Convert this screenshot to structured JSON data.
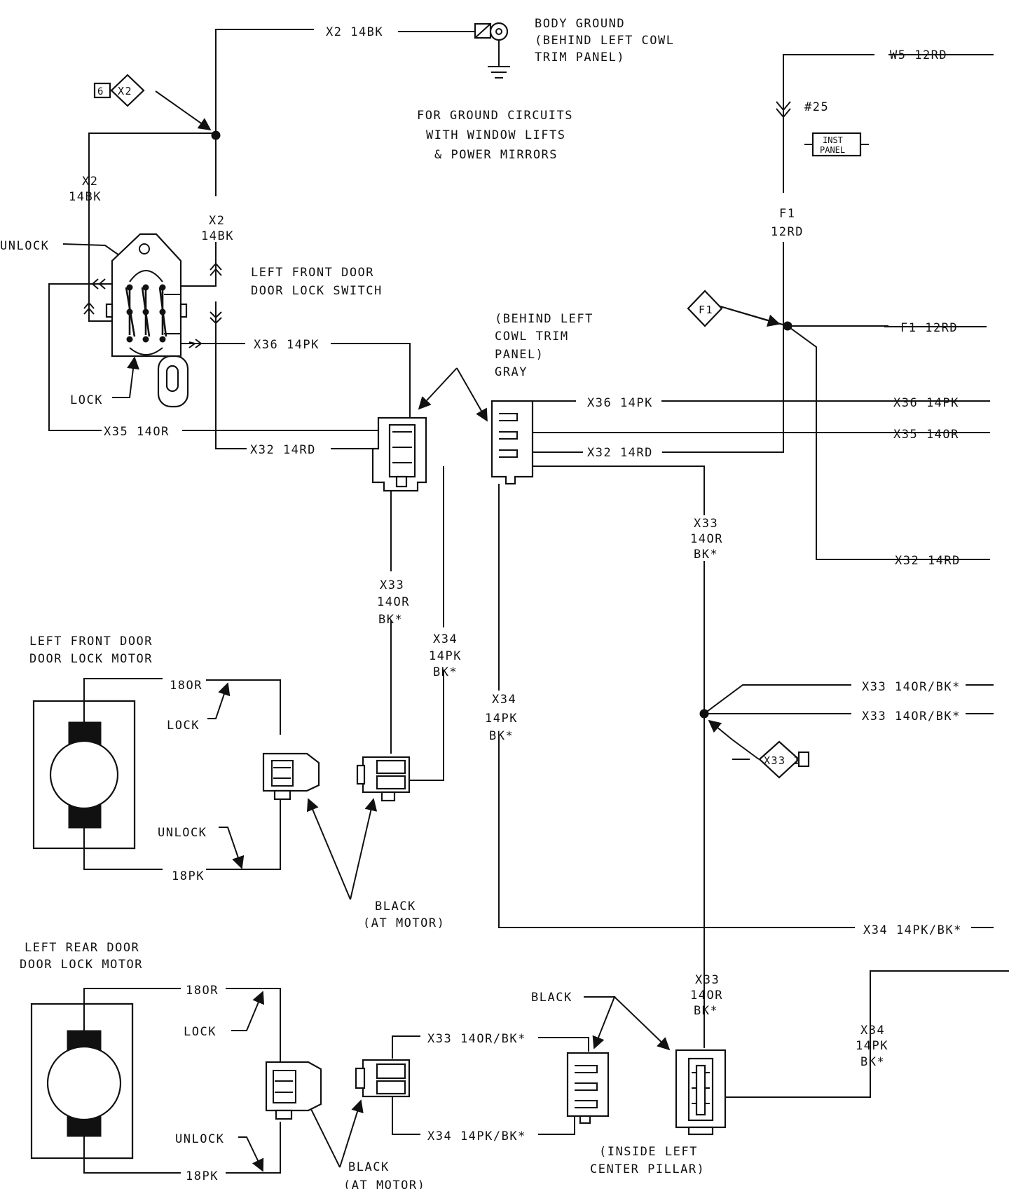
{
  "labels": {
    "x2_14bk_top": "X2 14BK",
    "body_ground_1": "BODY GROUND",
    "body_ground_2": "(BEHIND LEFT COWL",
    "body_ground_3": "TRIM PANEL)",
    "ground_note_1": "FOR GROUND CIRCUITS",
    "ground_note_2": "WITH WINDOW LIFTS",
    "ground_note_3": "& POWER MIRRORS",
    "tag_6": "6",
    "tag_x2": "X2",
    "x2_left": "X2",
    "bk14_left": "14BK",
    "x2_right": "X2",
    "bk14_right": "14BK",
    "unlock_switch": "UNLOCK",
    "switch_name_1": "LEFT FRONT DOOR",
    "switch_name_2": "DOOR LOCK SWITCH",
    "x36_left": "X36 14PK",
    "lock_switch": "LOCK",
    "x35_left": "X35 14OR",
    "x32_left": "X32 14RD",
    "cowl_1": "(BEHIND LEFT",
    "cowl_2": "COWL TRIM",
    "cowl_3": "PANEL)",
    "cowl_4": "GRAY",
    "x36_mid": "X36 14PK",
    "x32_mid": "X32 14RD",
    "w5_12rd": "W5 12RD",
    "fuse_25": "#25",
    "inst": "INST",
    "panel": "PANEL",
    "f1_vert": "F1",
    "rd12_vert": "12RD",
    "tag_f1": "F1",
    "f1_right": "F1 12RD",
    "x36_right": "X36 14PK",
    "x35_right": "X35 14OR",
    "x32_right": "X32 14RD",
    "x33_a_1": "X33",
    "x33_a_2": "14OR",
    "x33_a_3": "BK*",
    "x33_b_1": "X33",
    "x33_b_2": "14OR",
    "x33_b_3": "BK*",
    "x34_a_1": "X34",
    "x34_a_2": "14PK",
    "x34_a_3": "BK*",
    "x34_b_1": "X34",
    "x34_b_2": "14PK",
    "x34_b_3": "BK*",
    "lf_motor_1": "LEFT FRONT DOOR",
    "lf_motor_2": "DOOR LOCK MOTOR",
    "or18_front": "18OR",
    "lock_front": "LOCK",
    "unlock_front": "UNLOCK",
    "pk18_front": "18PK",
    "black_front": "BLACK",
    "at_motor_front": "(AT MOTOR)",
    "x33_right_1": "X33 14OR/BK*",
    "x33_right_2": "X33 14OR/BK*",
    "tag_x33": "X33 1",
    "x34_right": "X34 14PK/BK*",
    "x33_c_1": "X33",
    "x33_c_2": "14OR",
    "x33_c_3": "BK*",
    "x34_c_1": "X34",
    "x34_c_2": "14PK",
    "x34_c_3": "BK*",
    "lr_motor_1": "LEFT REAR DOOR",
    "lr_motor_2": "DOOR LOCK MOTOR",
    "or18_rear": "18OR",
    "lock_rear": "LOCK",
    "unlock_rear": "UNLOCK",
    "pk18_rear": "18PK",
    "x33_rear": "X33 14OR/BK*",
    "x34_rear": "X34 14PK/BK*",
    "black_pillar": "BLACK",
    "black_rear": "BLACK",
    "at_motor_rear": "(AT MOTOR)",
    "pillar_1": "(INSIDE LEFT",
    "pillar_2": "CENTER PILLAR)"
  }
}
